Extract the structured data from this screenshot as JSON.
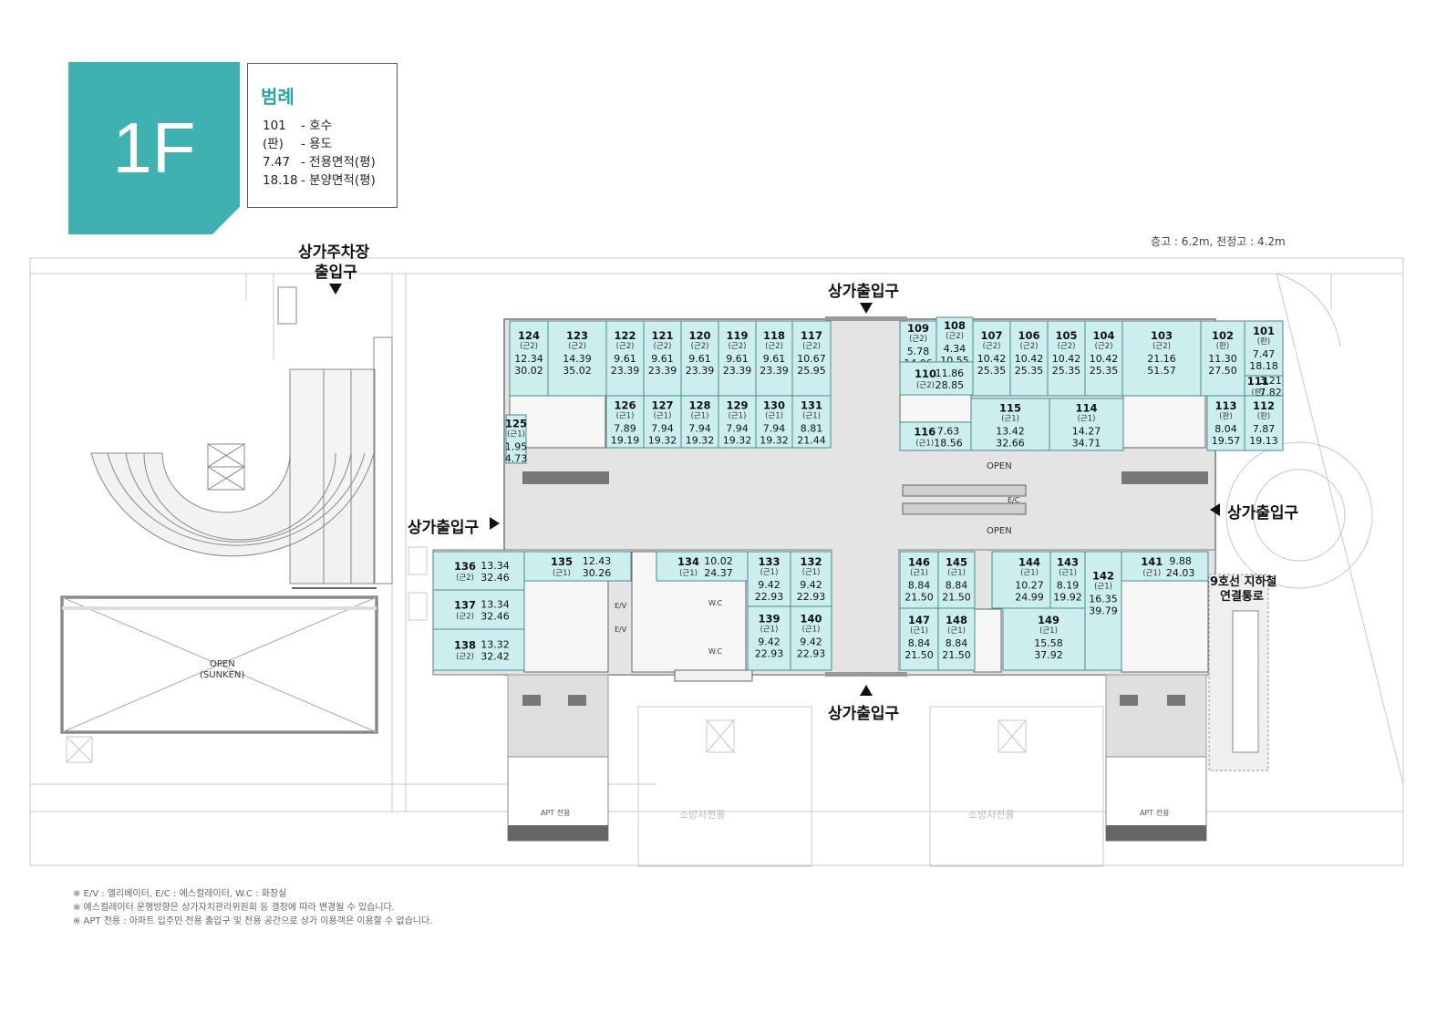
{
  "floor": "1F",
  "legend": {
    "title": "범례",
    "rows": [
      {
        "key": "101",
        "desc": "- 호수"
      },
      {
        "key": "(판)",
        "desc": "- 용도"
      },
      {
        "key": "7.47",
        "desc": "- 전용면적(평)"
      },
      {
        "key": "18.18",
        "desc": "- 분양면적(평)"
      }
    ]
  },
  "height_info": "층고 : 6.2m, 천정고 : 4.2m",
  "labels": {
    "parking_line1": "상가주차장",
    "parking_line2": "출입구",
    "entrance_top": "상가출입구",
    "entrance_left": "상가출입구",
    "entrance_right": "상가출입구",
    "entrance_bottom": "상가출입구",
    "subway_line1": "9호선 지하철",
    "subway_line2": "연결통로",
    "open": "OPEN",
    "ec": "E/C",
    "ev": "E/V",
    "wc": "W.C",
    "sunken_line1": "OPEN",
    "sunken_line2": "(SUNKEN)",
    "apt": "APT 전용",
    "fire_lane": "소방차전용"
  },
  "notes": [
    "※ E/V : 엘리베이터, E/C : 에스컬레이터, W.C : 화장실",
    "※ 에스컬레이터 운행방향은 상가자치관리위원회 등 결정에 따라 변경될 수 있습니다.",
    "※ APT 전용 : 아파트 입주민 전용 출입구 및 전용 공간으로 상가 이용객은 이용할 수 없습니다."
  ],
  "colors": {
    "teal": "#3eb1b0",
    "unit_fill": "#cdeeee",
    "unit_stroke": "#4a8a8a",
    "lines": "#bbbbbb"
  },
  "units": [
    {
      "no": "124",
      "use": "(근2)",
      "net": "12.34",
      "sale": "30.02"
    },
    {
      "no": "123",
      "use": "(근2)",
      "net": "14.39",
      "sale": "35.02"
    },
    {
      "no": "122",
      "use": "(근2)",
      "net": "9.61",
      "sale": "23.39"
    },
    {
      "no": "121",
      "use": "(근2)",
      "net": "9.61",
      "sale": "23.39"
    },
    {
      "no": "120",
      "use": "(근2)",
      "net": "9.61",
      "sale": "23.39"
    },
    {
      "no": "119",
      "use": "(근2)",
      "net": "9.61",
      "sale": "23.39"
    },
    {
      "no": "118",
      "use": "(근2)",
      "net": "9.61",
      "sale": "23.39"
    },
    {
      "no": "117",
      "use": "(근2)",
      "net": "10.67",
      "sale": "25.95"
    },
    {
      "no": "126",
      "use": "(근1)",
      "net": "7.89",
      "sale": "19.19"
    },
    {
      "no": "127",
      "use": "(근1)",
      "net": "7.94",
      "sale": "19.32"
    },
    {
      "no": "128",
      "use": "(근1)",
      "net": "7.94",
      "sale": "19.32"
    },
    {
      "no": "129",
      "use": "(근1)",
      "net": "7.94",
      "sale": "19.32"
    },
    {
      "no": "130",
      "use": "(근1)",
      "net": "7.94",
      "sale": "19.32"
    },
    {
      "no": "131",
      "use": "(근1)",
      "net": "8.81",
      "sale": "21.44"
    },
    {
      "no": "125",
      "use": "(근1)",
      "net": "1.95",
      "sale": "4.73"
    },
    {
      "no": "109",
      "use": "(근2)",
      "net": "5.78",
      "sale": "14.06"
    },
    {
      "no": "108",
      "use": "(근2)",
      "net": "4.34",
      "sale": "10.55"
    },
    {
      "no": "107",
      "use": "(근2)",
      "net": "10.42",
      "sale": "25.35"
    },
    {
      "no": "106",
      "use": "(근2)",
      "net": "10.42",
      "sale": "25.35"
    },
    {
      "no": "105",
      "use": "(근2)",
      "net": "10.42",
      "sale": "25.35"
    },
    {
      "no": "104",
      "use": "(근2)",
      "net": "10.42",
      "sale": "25.35"
    },
    {
      "no": "103",
      "use": "(근2)",
      "net": "21.16",
      "sale": "51.57"
    },
    {
      "no": "102",
      "use": "(판)",
      "net": "11.30",
      "sale": "27.50"
    },
    {
      "no": "101",
      "use": "(판)",
      "net": "7.47",
      "sale": "18.18"
    },
    {
      "no": "110",
      "use": "(근2)",
      "net": "11.86",
      "sale": "28.85"
    },
    {
      "no": "111",
      "use": "(판)",
      "net": "3.21",
      "sale": "7.82"
    },
    {
      "no": "115",
      "use": "(근1)",
      "net": "13.42",
      "sale": "32.66"
    },
    {
      "no": "114",
      "use": "(근1)",
      "net": "14.27",
      "sale": "34.71"
    },
    {
      "no": "113",
      "use": "(판)",
      "net": "8.04",
      "sale": "19.57"
    },
    {
      "no": "112",
      "use": "(판)",
      "net": "7.87",
      "sale": "19.13"
    },
    {
      "no": "116",
      "use": "(근1)",
      "net": "7.63",
      "sale": "18.56"
    },
    {
      "no": "136",
      "use": "(근2)",
      "net": "13.34",
      "sale": "32.46"
    },
    {
      "no": "137",
      "use": "(근2)",
      "net": "13.34",
      "sale": "32.46"
    },
    {
      "no": "138",
      "use": "(근2)",
      "net": "13.32",
      "sale": "32.42"
    },
    {
      "no": "135",
      "use": "(근1)",
      "net": "12.43",
      "sale": "30.26"
    },
    {
      "no": "134",
      "use": "(근1)",
      "net": "10.02",
      "sale": "24.37"
    },
    {
      "no": "133",
      "use": "(근1)",
      "net": "9.42",
      "sale": "22.93"
    },
    {
      "no": "132",
      "use": "(근1)",
      "net": "9.42",
      "sale": "22.93"
    },
    {
      "no": "139",
      "use": "(근1)",
      "net": "9.42",
      "sale": "22.93"
    },
    {
      "no": "140",
      "use": "(근1)",
      "net": "9.42",
      "sale": "22.93"
    },
    {
      "no": "146",
      "use": "(근1)",
      "net": "8.84",
      "sale": "21.50"
    },
    {
      "no": "145",
      "use": "(근1)",
      "net": "8.84",
      "sale": "21.50"
    },
    {
      "no": "147",
      "use": "(근1)",
      "net": "8.84",
      "sale": "21.50"
    },
    {
      "no": "148",
      "use": "(근1)",
      "net": "8.84",
      "sale": "21.50"
    },
    {
      "no": "144",
      "use": "(근1)",
      "net": "10.27",
      "sale": "24.99"
    },
    {
      "no": "143",
      "use": "(근1)",
      "net": "8.19",
      "sale": "19.92"
    },
    {
      "no": "149",
      "use": "(근1)",
      "net": "15.58",
      "sale": "37.92"
    },
    {
      "no": "142",
      "use": "(근1)",
      "net": "16.35",
      "sale": "39.79"
    },
    {
      "no": "141",
      "use": "(근1)",
      "net": "9.88",
      "sale": "24.03"
    }
  ]
}
